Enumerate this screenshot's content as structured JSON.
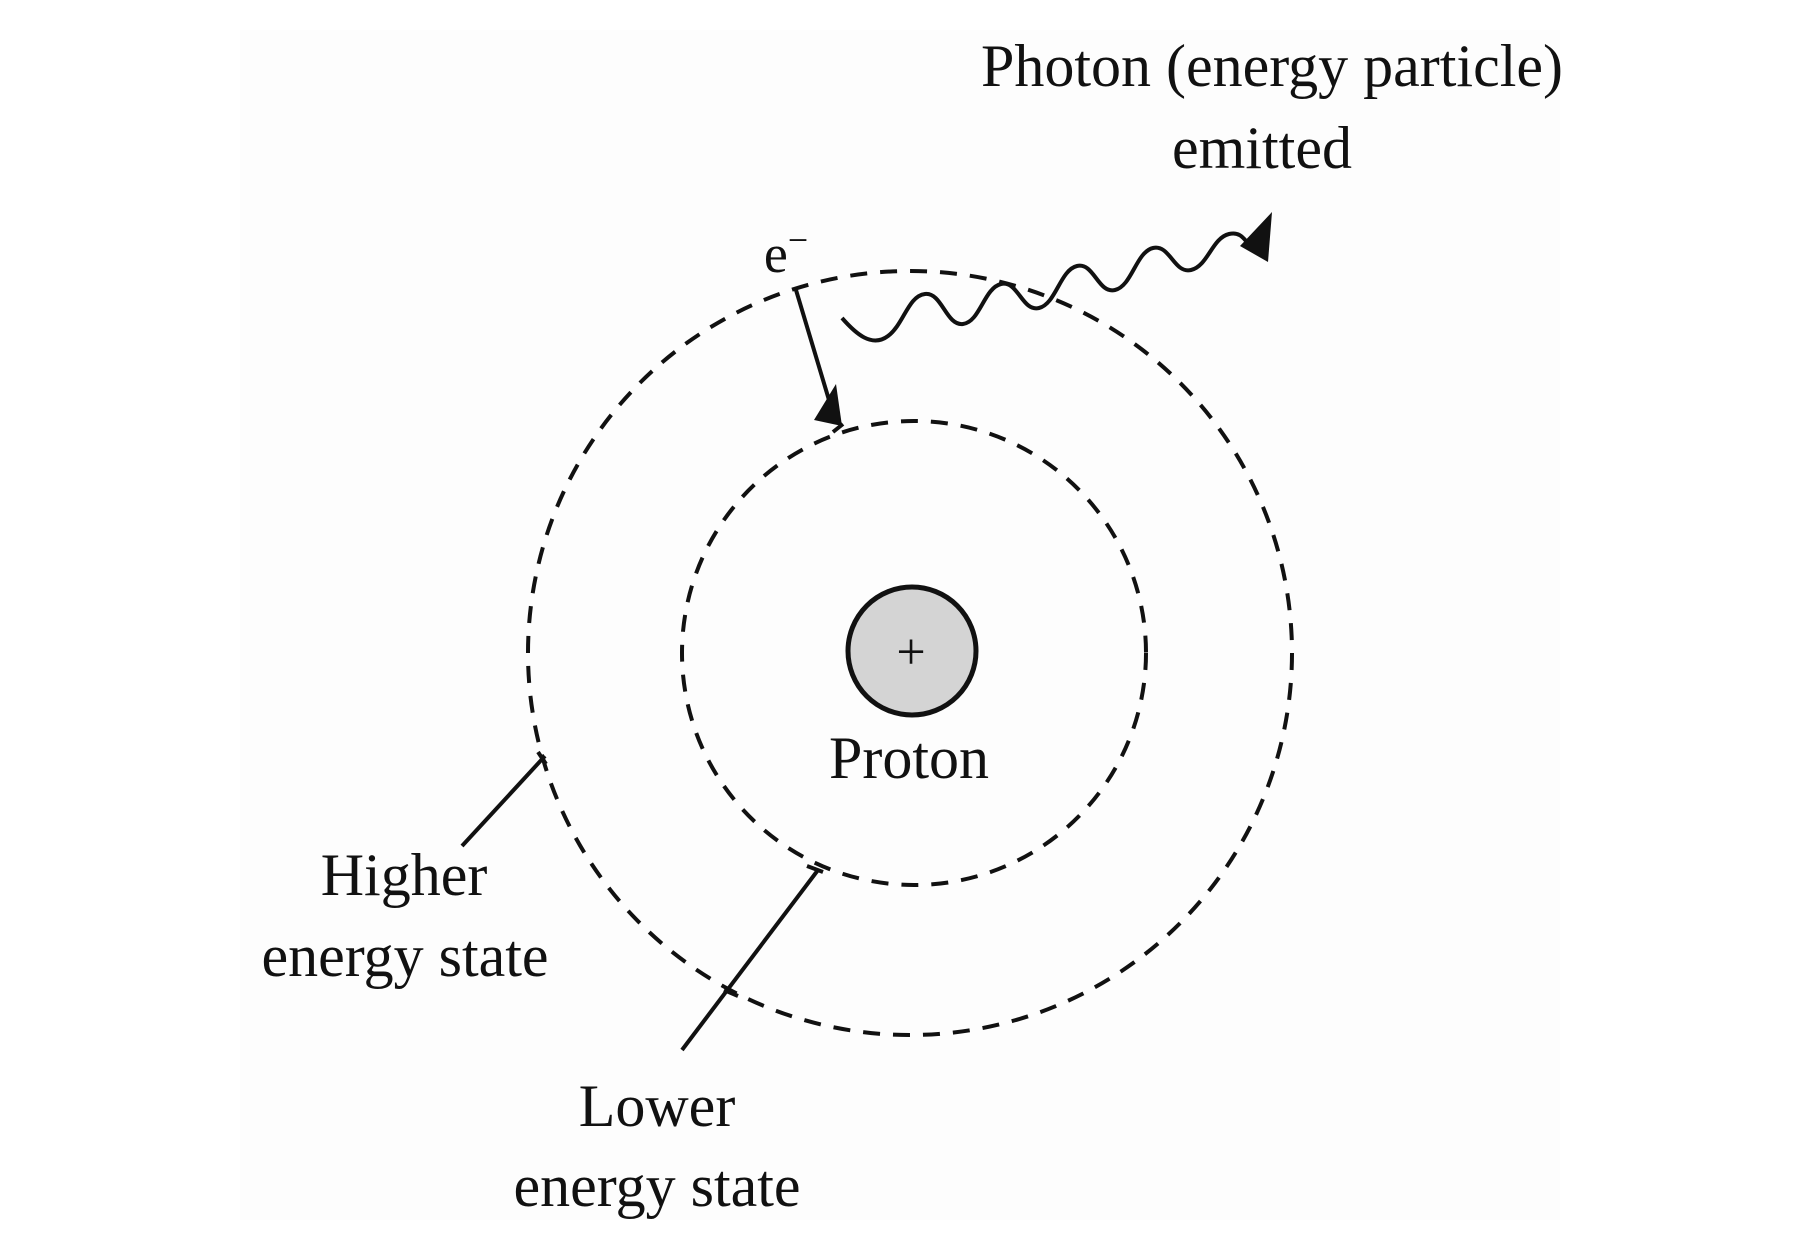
{
  "labels": {
    "photon_line1": "Photon (energy particle)",
    "photon_line2": "emitted",
    "electron": "e",
    "electron_charge": "−",
    "proton_sign": "+",
    "proton": "Proton",
    "higher_line1": "Higher",
    "higher_line2": "energy state",
    "lower_line1": "Lower",
    "lower_line2": "energy state"
  },
  "colors": {
    "ink": "#111111",
    "proton_fill": "#d4d4d4",
    "background": "#ffffff"
  },
  "icons": {
    "transition_arrow": "arrow-down-icon",
    "photon_wave": "wavy-arrow-icon"
  }
}
